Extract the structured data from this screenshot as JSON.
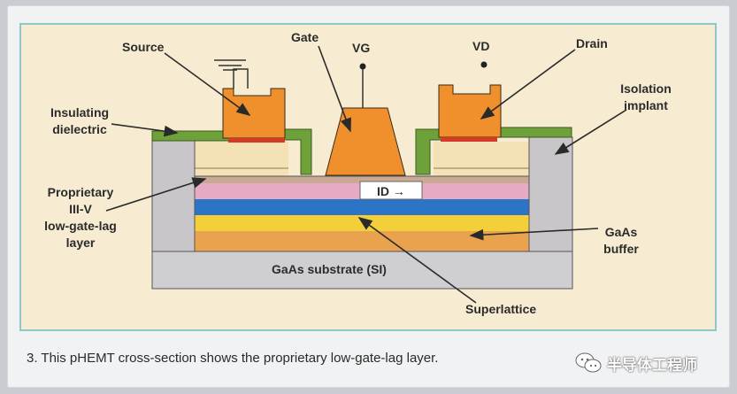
{
  "labels": {
    "source": "Source",
    "gate": "Gate",
    "vg": "VG",
    "vd": "VD",
    "drain": "Drain",
    "isolation_line1": "Isolation",
    "isolation_line2": "implant",
    "insulating_line1": "Insulating",
    "insulating_line2": "dielectric",
    "proprietary_line1": "Proprietary",
    "proprietary_line2": "III-V",
    "proprietary_line3": "low-gate-lag",
    "proprietary_line4": "layer",
    "id_label": "ID →",
    "gaas_buffer_line1": "GaAs",
    "gaas_buffer_line2": "buffer",
    "substrate": "GaAs substrate (SI)",
    "superlattice": "Superlattice"
  },
  "caption": "3. This pHEMT cross-section shows the proprietary low-gate-lag layer.",
  "watermark": "半导体工程师",
  "colors": {
    "metal_orange": "#f0902c",
    "dielectric_green": "#6fa13b",
    "substrate_gray": "#cfcfd2",
    "isolation_gray": "#c9c6c9",
    "cap_cream": "#f4e2b6",
    "pink_layer": "#e5abc4",
    "blue_layer": "#2b74c6",
    "yellow_layer": "#f3d03a",
    "buffer_orange": "#e9a34f",
    "panel_border": "#8fc7c5",
    "arrow_dark": "#2a2a2a"
  }
}
